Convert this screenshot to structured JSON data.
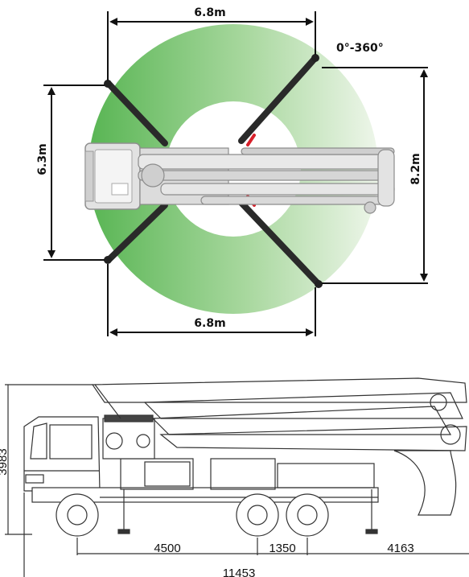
{
  "top_view": {
    "top_width": "6.8m",
    "bottom_width": "6.8m",
    "left_height": "6.3m",
    "right_height": "8.2m",
    "rotation": "0°-360°",
    "colors": {
      "ring_green": "#5fba5a",
      "ring_light": "#eef6ea",
      "outrigger": "#2a2a2a",
      "boom": "#d8d8d8"
    }
  },
  "side_view": {
    "height": "3983",
    "front_to_axle": "4500",
    "axle_spacing": "1350",
    "rear_overhang": "4163",
    "total_length": "11453",
    "colors": {
      "line": "#333333"
    }
  }
}
